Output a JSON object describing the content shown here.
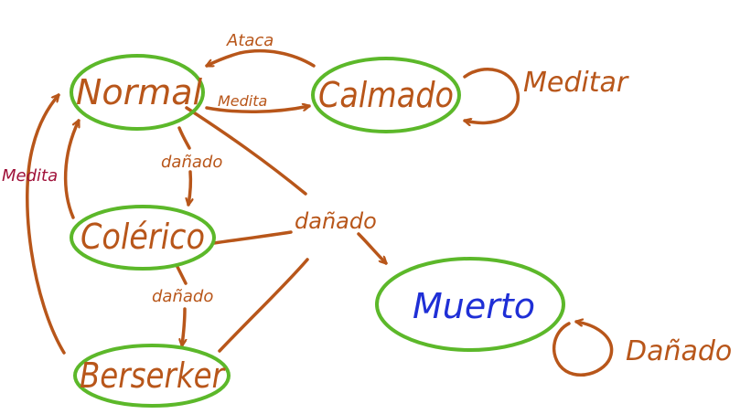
{
  "colors": {
    "node_outline": "#5cb82a",
    "state_text": "#b8561a",
    "final_state_text": "#1f2fd6",
    "edge": "#b8561a",
    "medita_left": "#a0123a"
  },
  "states": {
    "normal": "Normal",
    "calmado": "Calmado",
    "colerico": "Colérico",
    "berserker": "Berserker",
    "muerto": "Muerto"
  },
  "transitions": {
    "calmado_to_normal": "Ataca",
    "normal_to_calmado": "Medita",
    "calmado_self": "Meditar",
    "normal_to_colerico": "dañado",
    "to_muerto": "dañado",
    "colerico_to_berserker": "dañado",
    "berserker_to_normal": "Medita",
    "muerto_self": "Dañado"
  }
}
